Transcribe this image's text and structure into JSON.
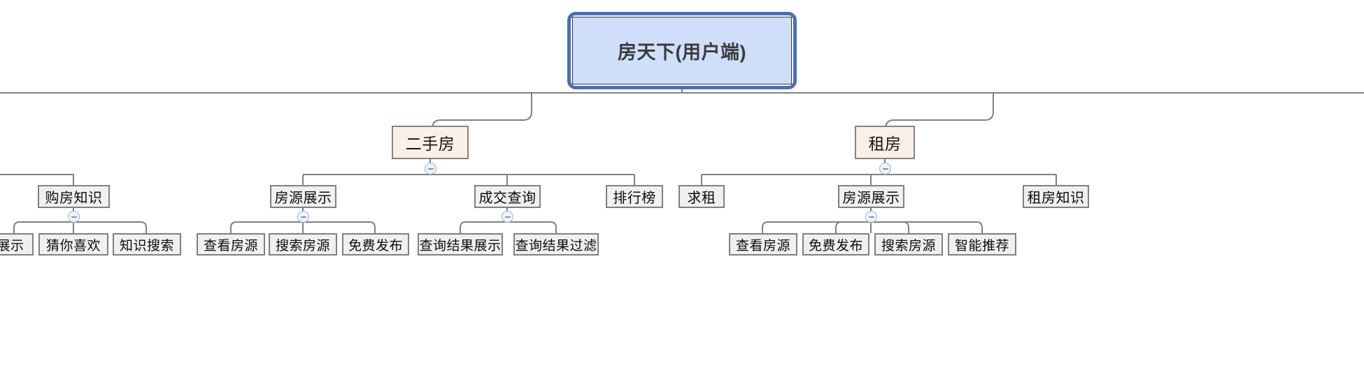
{
  "diagram": {
    "type": "mindmap-tree",
    "title": "房天下(用户端)",
    "colors": {
      "root_fill": "#cfdffa",
      "root_border": "#2f3640",
      "selection_ring": "#4a6fb5",
      "level2_fill": "#fbf0e7",
      "level2_border": "#8c8178",
      "node_fill": "#f0f0f0",
      "node_border": "#808080",
      "edge": "#808080",
      "toggle_fill": "#eef3fb",
      "toggle_border": "#9db4dc",
      "background": "#ffffff"
    },
    "root": {
      "label": "房天下(用户端)",
      "selected": true
    },
    "branches": [
      {
        "label": "二手房",
        "level": 2,
        "collapsible": true,
        "children": [
          {
            "label": "房源展示",
            "collapsible": true,
            "children": [
              {
                "label": "查看房源"
              },
              {
                "label": "搜索房源"
              },
              {
                "label": "免费发布"
              }
            ]
          },
          {
            "label": "成交查询",
            "collapsible": true,
            "children": [
              {
                "label": "查询结果展示"
              },
              {
                "label": "查询结果过滤"
              }
            ]
          },
          {
            "label": "排行榜",
            "collapsible": false,
            "children": []
          }
        ]
      },
      {
        "label": "租房",
        "level": 2,
        "collapsible": true,
        "children": [
          {
            "label": "求租",
            "collapsible": false,
            "children": []
          },
          {
            "label": "房源展示",
            "collapsible": true,
            "children": [
              {
                "label": "查看房源"
              },
              {
                "label": "免费发布"
              },
              {
                "label": "搜索房源"
              },
              {
                "label": "智能推荐"
              }
            ]
          },
          {
            "label": "租房知识",
            "collapsible": false,
            "children": []
          }
        ]
      }
    ],
    "offscreen_left": {
      "note": "partially visible sibling branch clipped at the left edge",
      "node": {
        "label": "购房知识",
        "collapsible": true,
        "children": [
          {
            "label": "展示"
          },
          {
            "label": "猜你喜欢"
          },
          {
            "label": "知识搜索"
          }
        ]
      }
    }
  }
}
